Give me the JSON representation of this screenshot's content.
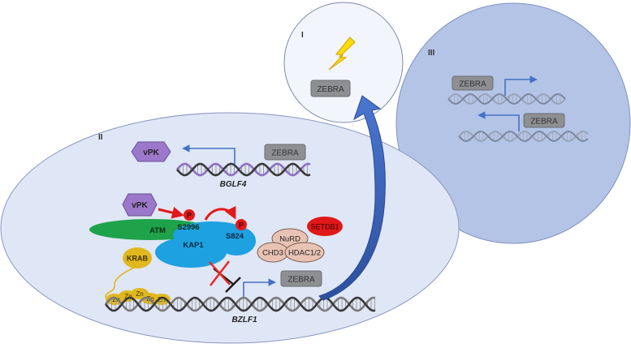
{
  "panels": {
    "panel_i": {
      "label": "I",
      "gene_box": "ZEBRA"
    },
    "panel_ii": {
      "label": "II",
      "vpk_top": "vPK",
      "zebra_top": "ZEBRA",
      "gene_bglf4": "BGLF4",
      "vpk_mid": "vPK",
      "atm": "ATM",
      "site_s2996": "S2996",
      "phospho_atm": "P",
      "kap1": "KAP1",
      "site_s824": "S824",
      "phospho_kap1": "P",
      "setdb1": "SETDB1",
      "nurd": "NuRD",
      "chd3": "CHD3",
      "hdac": "HDAC1/2",
      "krab": "KRAB",
      "zn_fingers": [
        "Zn",
        "Zn",
        "Zn",
        "Zn",
        "Zn"
      ],
      "zebra_bottom": "ZEBRA",
      "gene_bzlf1": "BZLF1"
    },
    "panel_iii": {
      "label": "III",
      "zebra_a": "ZEBRA",
      "zebra_b": "ZEBRA"
    }
  },
  "colors": {
    "panel_ii_fill": "#dfe6f5",
    "panel_iii_fill": "#b4c4e6",
    "panel_i_fill": "#f2f5fb",
    "arrow_blue": "#4472c4",
    "curved_arrow": "#3f63b8",
    "zebra_box": "#8e8f93",
    "vpk_purple": "#9b78c9",
    "atm_green": "#1ea34a",
    "kap1_blue": "#1ea1e0",
    "phospho_red": "#e2191a",
    "setdb1_red": "#e01818",
    "nurd_tan": "#e8c3b4",
    "krab_gold": "#e0b81e",
    "lightning": "#ffdd00",
    "inhibit_x": "#e8251e"
  },
  "icons": [
    "lightning-bolt-icon",
    "dna-helix-icon",
    "transcription-arrow-icon",
    "inhibition-bar-icon",
    "red-x-icon",
    "curved-arrow-icon"
  ]
}
